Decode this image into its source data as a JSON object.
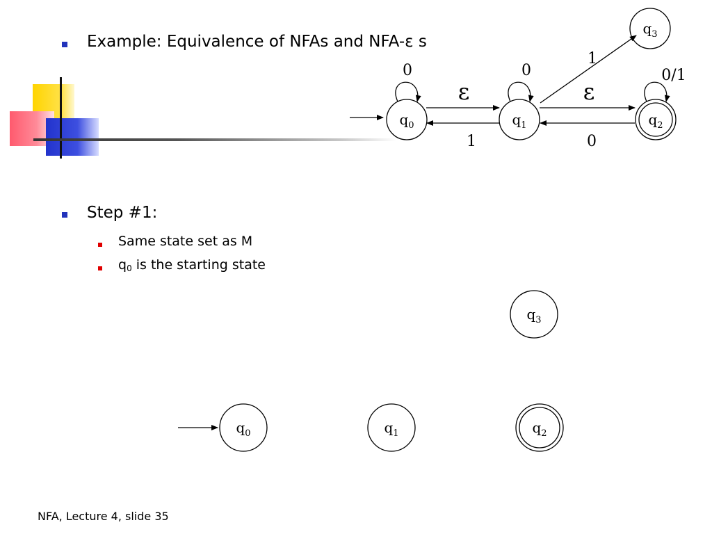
{
  "slide": {
    "bullets": [
      {
        "text": "Example: Equivalence of NFAs and NFA-ε s"
      },
      {
        "text": "Step #1:"
      }
    ],
    "sub_bullets": [
      {
        "text": "Same state set as M"
      },
      {
        "text_main": "q",
        "text_sub": "0",
        "text_rest": " is the starting state"
      }
    ],
    "footer": "NFA, Lecture 4, slide 35"
  },
  "diagram_top": {
    "states": [
      {
        "id": "q0",
        "label": "q",
        "sub": "0",
        "accepting": false,
        "start": true
      },
      {
        "id": "q1",
        "label": "q",
        "sub": "1",
        "accepting": false,
        "start": false
      },
      {
        "id": "q2",
        "label": "q",
        "sub": "2",
        "accepting": true,
        "start": false
      },
      {
        "id": "q3",
        "label": "q",
        "sub": "3",
        "accepting": false,
        "start": false
      }
    ],
    "transitions": [
      {
        "from": "q0",
        "to": "q0",
        "label": "0"
      },
      {
        "from": "q1",
        "to": "q1",
        "label": "0"
      },
      {
        "from": "q2",
        "to": "q2",
        "label": "0/1"
      },
      {
        "from": "q0",
        "to": "q1",
        "label": "ε"
      },
      {
        "from": "q1",
        "to": "q0",
        "label": "1"
      },
      {
        "from": "q1",
        "to": "q2",
        "label": "ε"
      },
      {
        "from": "q2",
        "to": "q1",
        "label": "0"
      },
      {
        "from": "q1",
        "to": "q3",
        "label": "1"
      }
    ]
  },
  "diagram_bottom": {
    "states": [
      {
        "id": "q0",
        "label": "q",
        "sub": "0",
        "accepting": false,
        "start": true
      },
      {
        "id": "q1",
        "label": "q",
        "sub": "1",
        "accepting": false,
        "start": false
      },
      {
        "id": "q2",
        "label": "q",
        "sub": "2",
        "accepting": true,
        "start": false
      },
      {
        "id": "q3",
        "label": "q",
        "sub": "3",
        "accepting": false,
        "start": false
      }
    ]
  },
  "colors": {
    "bullet_level1": "#2233bb",
    "bullet_level2": "#e00000",
    "deco_yellow": "#ffd400",
    "deco_red": "#ff5a6e",
    "deco_blue": "#2233cc"
  }
}
